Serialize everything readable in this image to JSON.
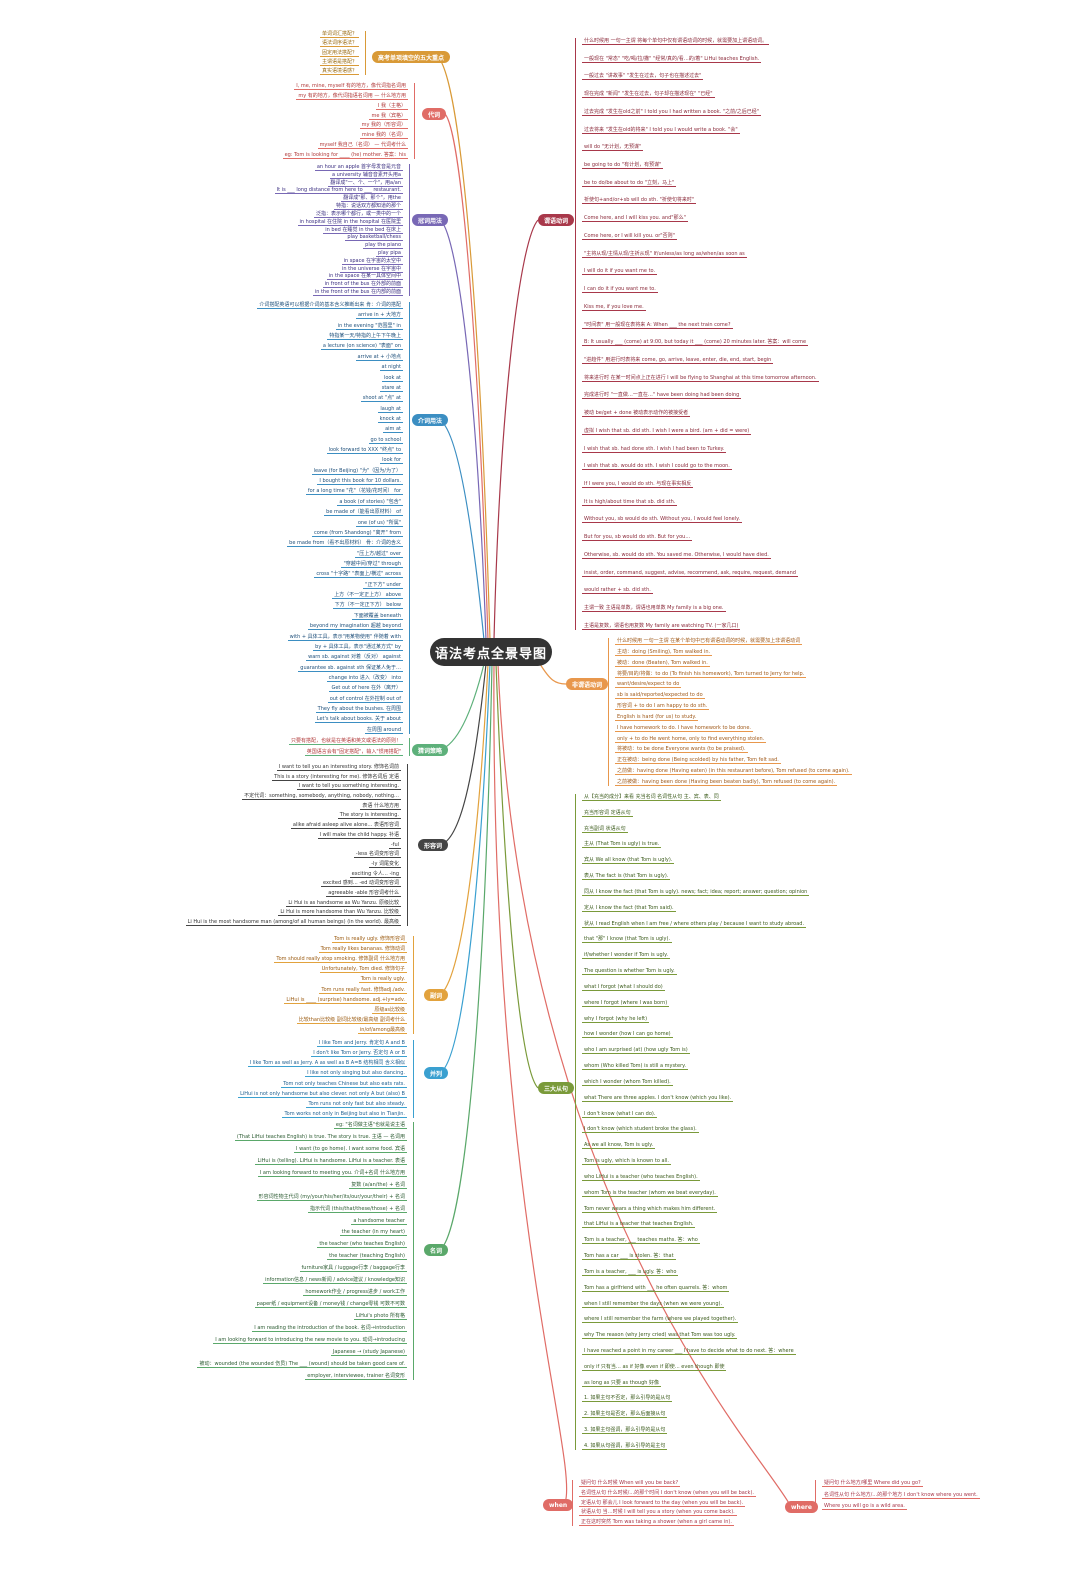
{
  "title": "语法考点全景导图",
  "colors": {
    "orange": "#d99a37",
    "red": "#e06c66",
    "purple": "#7868b5",
    "blue": "#3b8ec2",
    "green": "#5db07a",
    "dark": "#444444",
    "amber": "#e2a23d",
    "sky": "#3aa0d0",
    "leaf_green": "#5aa86a",
    "maroon": "#a8384a",
    "peach": "#e8974c",
    "olive": "#7a9a3a"
  },
  "branches": {
    "key_points": {
      "label": "高考单项填空的五大重点",
      "leaves": [
        "单词词汇搭配？",
        "语法词序语法？",
        "固定用法搭配？",
        "主谓语是搭配？",
        "真实语境语感？"
      ]
    },
    "pronoun": {
      "label": "代词",
      "leaves": [
        "I, me, mine, myself  有的地方，像代词指名词用",
        "my  有的地方，像代词指语名词用 — 什么地方用",
        "I 我（主格）",
        "me 我（宾格）",
        "my 我的（形容词）",
        "mine 我的（名词）",
        "myself 我自己（名词） — 代词考什么",
        "eg: Tom is looking for ____ (he) mother. 答案：his"
      ]
    },
    "article": {
      "label": "冠词用法",
      "leaves": [
        "an hour  an apple 首字母发音是元音",
        "a university 辅音音素开头用a",
        "翻译成\"一、个、一个\"，用a/an",
        "It is ___ long distance from here to ___ restaurant.",
        "翻译成\"那、那个\"，用the",
        "特指：说话双方都知道的那个",
        "泛指：表示哪个都行，或一类中的一个",
        "in hospital 在住院   in the hospital 在医院里",
        "in bed 在睡觉   in the bed 在床上",
        "play basketball/chess",
        "play the piano",
        "play pipa",
        "in space 在宇宙的太空中",
        "in the universe 在宇宙中",
        "in the space 在某一具体空间中",
        "in front of the bus 在外部的前面",
        "in the front of the bus 在内部的前面"
      ]
    },
    "preposition": {
      "label": "介词用法",
      "leaves": [
        "介词搭配英语可以根据介词的基本含义推断出来  肯：介词的搭配",
        "arrive in + 大地方",
        "in the evening  \"范围里\"  in",
        "特指某一天/特指的上午下午晚上",
        "a lecture (on science)  \"表面\"  on",
        "arrive at + 小地点",
        "at night",
        "look at",
        "stare at",
        "shoot at  \"点\"  at",
        "laugh at",
        "knock at",
        "aim at",
        "go to school",
        "look forward to XXX  \"终点\"  to",
        "look for",
        "leave (for Beijing)  \"为\"（因为/为了）",
        "I bought this book for 10 dollars.",
        "for a long time  \"花\"（花钱/花时间） for",
        "a book (of stories)  \"包含\"",
        "be made of（能看出原材料）  of",
        "one (of us)  \"所属\"",
        "come (from Shandong)  \"离开\"  from",
        "be made from（看不出原材料）  骨：介词的含义",
        "\"压上方/越过\"  over",
        "\"穿越中间/穿过\"  through",
        "cross \"十字路\"  \"表面上/横过\"  across",
        "\"正下方\"  under",
        "上方（不一定正上方）  above",
        "下方（不一定正下方）  below",
        "下面被覆盖  beneath",
        "beyond my imagination  超越  beyond",
        "with + 具体工具，表示\"用某物使用\"  伴随着  with",
        "by + 具体工具，表示\"通过某方式\"  by",
        "warn sb. against  对着（反对）  against",
        "guarantee sb. against sth 保证某人免于…",
        "change into  进入（改变）  into",
        "Get out of here  在外（离开）",
        "out of control  在外控制  out of",
        "They fly about the bushes.  在周围",
        "Let's talk about books.  关于  about",
        "在周围  around"
      ]
    },
    "guess": {
      "label": "猜词策略",
      "leaves": [
        "只要有搭配，也就是在英语和英文或语法的原则！",
        "英国语言会有\"固定搭配\"，输入\"惯用搭配\""
      ]
    },
    "adjective": {
      "label": "形容词",
      "leaves": [
        "I want to tell you an interesting story.  修饰名词前",
        "This is a story (interesting for me).  修饰名词后  定语",
        "I want to tell you something interesting.",
        "不定代词：something, somebody, anything, nobody, nothing…",
        "表语  什么地方用",
        "The story is interesting.",
        "alike  afraid  asleep  alive  alone…  表语形容词",
        "I will make the child happy.  补语",
        "-ful",
        "-less  名词变形容词",
        "-ly  词尾变化",
        "exciting  令人…  -ing",
        "excited  感到…  -ed  动词变形容词",
        "agreeable  -able  形容词考什么",
        "Li Hui is as handsome as Wu Yanzu.  原级比较",
        "Li Hui is more handsome than Wu Yanzu.  比较级",
        "Li Hui is the most handsome man (among/of all human beings) (in the world).  最高级"
      ]
    },
    "adverb": {
      "label": "副词",
      "leaves": [
        "Tom is really ugly.  修饰形容词",
        "Tom really likes bananas.  修饰动词",
        "Tom should really stop smoking.  修饰副词  什么地方用",
        "Unfortunately, Tom died.  修饰句子",
        "Tom is really ugly.",
        "Tom runs really fast.  修饰adj./adv.",
        "LiHui is ____ (surprise) handsome.  adj.+ly=adv.",
        "原级as比较级",
        "比较than比较级  副词比较级/最高级  副词考什么",
        "in/of/among最高级"
      ]
    },
    "parallel": {
      "label": "并列",
      "leaves": [
        "I like Tom and Jerry.  肯定句  A and B",
        "I don't like Tom or Jerry.  否定句  A or B",
        "I like Tom as well as Jerry.  A as well as B   A=B 结构相同 含义相似",
        "I like not only singing but also dancing.",
        "Tom not only teaches Chinese but also eats rats.",
        "LiHui is not only handsome but also clever.  not only A but (also) B",
        "Tom runs not only fast but also steady.",
        "Tom works not only in Beijing but also in Tianjin."
      ]
    },
    "noun": {
      "label": "名词",
      "leaves": [
        "eg: \"名词做主语\"也就是说主语",
        "(That LiHui teaches English) is true.  The story is true.  主语 — 名词用",
        "I want (to go home).  I want some food.  宾语",
        "LiHui is (telling).  LiHui is handsome.  LiHui is a teacher.  表语",
        "I am looking forward to meeting you.  介词+名词  什么地方用",
        "复数 (a/an/the) + 名词",
        "形容词性物主代词 (my/your/his/her/its/our/your/their) + 名词",
        "指示代词 (this/that/these/those) + 名词",
        "a handsome teacher",
        "the teacher (in my heart)",
        "the teacher (who teaches English)",
        "the teacher (teaching English)",
        "furniture家具 / luggage行李 / baggage行李",
        "information信息 / news新闻 / advice建议 / knowledge知识",
        "homework作业 / progress进步 / work工作",
        "paper纸 / equipment设备 / money钱 / change零钱  可数不可数",
        "LiHui's photo  所有格",
        "I am reading the introduction of the book.  名词→introduction",
        "I am looking forward to introducing the new movie to you.  动词→introducing",
        "Japanese → (study Japanese)",
        "被动：wounded  (the wounded 伤员)  The ___ (wound) should be taken good care of.",
        "employer, interviewee, trainer  名词变形"
      ]
    },
    "when": {
      "label": "when",
      "leaves": [
        "疑问句  什么时候  When will you be back?",
        "名词性从句  什么时候/…的那个时间  I don't know (when you will be back).",
        "定语从句  那会儿  I look forward to the day (when you will be back).",
        "状语从句  当…时候  I will tell you a story (when you come back).",
        "正在这时突然  Tom was taking a shower (when a girl came in)."
      ]
    },
    "predicate": {
      "label": "谓语动词",
      "leaves": [
        "什么时候用  一句一主谓  将每个单句中仅有谓语动词的时候，就需要加上谓语动词。",
        "一般现在  \"常态\"  \"吃/喝/拉/撒\"  \"经常/真的/看…的/着\"  LiHui teaches English.",
        "一般过去  \"讲故事\"  \"发生在过去，句子也在描述过去\"",
        "现在完成  \"新闻\"  \"发生在过去，句子却在描述现在\"  \"已经\"",
        "过去完成  \"发生在old之前\"  I told you I had written a book.  \"之前/之后已经\"",
        "过去将来  \"发生在old的将来\"  I told you I would write a book.  \"会\"",
        "will do  \"无计划，无预谋\"",
        "be going to do  \"有计划，有预谋\"",
        "be to do/be about to do  \"立刻，马上\"",
        "祈使句+and/or+sb will do sth.  \"祈使句将来时\"",
        "Come here, and I will kiss you.  and\"那么\"",
        "Come here, or I will kill you.  or\"否则\"",
        "\"主将从现/主情从现/主祈从现\"  If/unless/as long as/when/as soon as",
        "I will do it if you want me to.",
        "I can do it if you want me to.",
        "Kiss me, if you love me.",
        "\"时间表\" 用一般现在表将来  A: When ___ the next train come?",
        "B: It usually ___ (come) at 9:00, but today it ___ (come) 20 minutes later.  答案：will come",
        "\"进趋件\" 用进行时表将来  come, go, arrive, leave, enter, die, end, start, begin",
        "将来进行时  在某一时间点上正在进行  I will be flying to Shanghai at this time tomorrow afternoon.",
        "完成进行时  \"一直做…一直在…\"  have been doing  had been doing",
        "被动  be/get + done  被动表示动作的被接受者",
        "虚拟  I wish that sb. did sth.  I wish I were a bird. (am + did = were)",
        "I wish that sb. had done sth.  I wish I had been to Turkey.",
        "I wish that sb. would do sth.  I wish I could go to the moon.",
        "If I were you, I would do sth.  与现在事实相反",
        "It is high/about time that sb. did sth.",
        "Without you, sb would do sth.  Without you, I would feel lonely.",
        "But for you, sb would do sth.  But for you...",
        "Otherwise, sb. would do sth.  You saved me. Otherwise, I would have died.",
        "insist, order, command, suggest, advise, recommend, ask, require, request, demand",
        "would rather + sb. did sth.",
        "主谓一致  主语是单数，谓语也用单数  My family is a big one.",
        "主语是复数，谓语也用复数  My family are watching TV. (一家几口)"
      ]
    },
    "non_finite": {
      "label": "非谓语动词",
      "leaves": [
        "什么时候用  一句一主谓  在某个单句中已有谓语动词的时候，就需要加上非谓语动词",
        "主动：doing  (Smiling), Tom walked in.",
        "被动：done  (Beaten), Tom walked in.",
        "将要/目的/将做：to do  (To finish his homework), Tom turned to Jerry for help.",
        "want/desire/expect to do",
        "sb is said/reported/expected to do",
        "形容词 + to do  I am happy to do sth.",
        "English is hard (for us) to study.",
        "I have homework to do.  I have homework to be done.",
        "only + to do  He went home, only to find everything stolen.",
        "将被动：to be done  Everyone wants (to be praised).",
        "正在被动：being done  (Being scolded) by his father, Tom felt sad.",
        "之前做：having done  (Having eaten) (in this restaurant before), Tom refused (to come again).",
        "之前被做：having been done  (Having been beaten badly), Tom refused (to come again)."
      ]
    },
    "clauses": {
      "label": "三大从句",
      "leaves": [
        "从【充当的成分】来看  充当名词  名词性从句  主、宾、表、同",
        "充当形容词  定语从句",
        "充当副词  状语从句",
        "主从  (That Tom is ugly) is true.",
        "宾从  We all know (that Tom is ugly).",
        "表从  The fact is (that Tom is ugly).",
        "同从  I know the fact (that Tom is ugly).  news; fact; idea; report; answer; question; opinion",
        "定从  I know the fact (that Tom said).",
        "状从  I read English  when I am free / where others play / because I want to study abroad.",
        "that  \"那\"  I know (that Tom is ugly).",
        "if/whether  I wonder if Tom is ugly.",
        "The question is whether Tom is ugly.",
        "what  I forgot (what I should do)",
        "where  I forgot (where I was born)",
        "why  I forgot (why he left)",
        "how  I wonder (how I can go home)",
        "who  I am surprised (at) (how ugly Tom is)",
        "whom  (Who killed Tom) is still a mystery.",
        "which  I wonder (whom Tom killed).",
        "what  There are three apples. I don't know (which you like).",
        "I don't know (what I can do).",
        "I don't know (which student broke the glass).",
        "As we all know, Tom is ugly.",
        "Tom is ugly, which is known to all.",
        "who  LiHui is a teacher (who teaches English).",
        "whom  Tom is the teacher (whom we beat everyday).",
        "Tom never wears a thing which makes him different.",
        "that  LiHui is a teacher that teaches English.",
        "Tom is a teacher, ___ teaches maths.  答：who",
        "Tom has a car ___ is stolen.  答：that",
        "Tom is a teacher, ___ is ugly.  答：who",
        "Tom has a girlfriend with ___ he often quarrels.  答：whom",
        "when  I still remember the days (when we were young).",
        "where  I still remember the farm (where we played together).",
        "why  The reason (why Jerry cried) was that Tom was too ugly.",
        "I have reached a point in my career ___ I have to decide what to do next.  答：where",
        "only if 只有当…  as if 好像  even if 即使…  even though 即使",
        "as long as 只要  as though 好像",
        "1. 如果主句不否定，那么引导的是从句",
        "2. 如果主句是否定，那么后面接从句",
        "3. 如果主句强调，那么引导的是从句",
        "4. 如果从句强调，那么引导的是主句"
      ]
    },
    "where": {
      "label": "where",
      "leaves": [
        "疑问句  什么地方/哪里  Where did you go?",
        "名词性从句  什么地方/…的那个地方  I don't know where you went.",
        "Where you will go is a wild area."
      ]
    }
  }
}
